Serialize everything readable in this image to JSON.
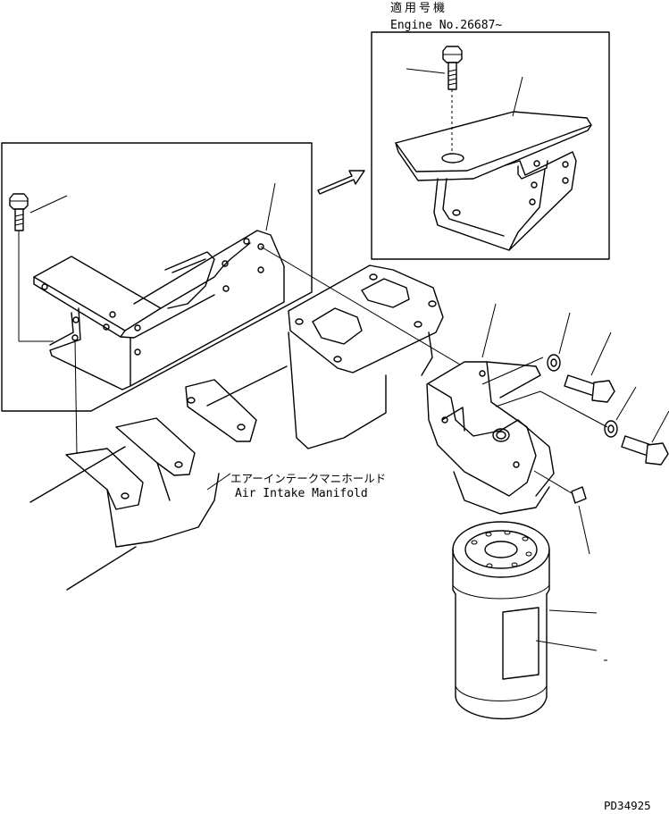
{
  "applicable_note": {
    "heading": "適用号機",
    "engine_serial": "Engine No.26687~"
  },
  "manifold_label": {
    "japanese": "エアーインテークマニホールド",
    "english": "Air Intake Manifold"
  },
  "drawing_code": "PD34925"
}
